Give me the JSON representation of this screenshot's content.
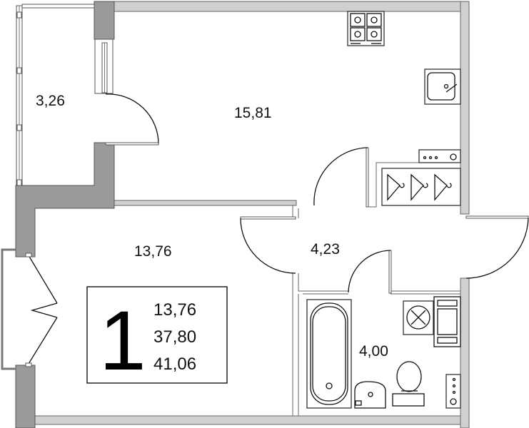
{
  "colors": {
    "wall_dark": "#9a9a9a",
    "wall_light": "#d0d0d0",
    "line": "#111111"
  },
  "rooms": [
    {
      "name": "balcony",
      "area": "3,26"
    },
    {
      "name": "kitchen-living",
      "area": "15,81"
    },
    {
      "name": "bedroom",
      "area": "13,76"
    },
    {
      "name": "hallway",
      "area": "4,23"
    },
    {
      "name": "bathroom",
      "area": "4,00"
    }
  ],
  "summary": {
    "rooms_count": "1",
    "living_area": "13,76",
    "total_area": "37,80",
    "total_area_with_balcony": "41,06"
  }
}
